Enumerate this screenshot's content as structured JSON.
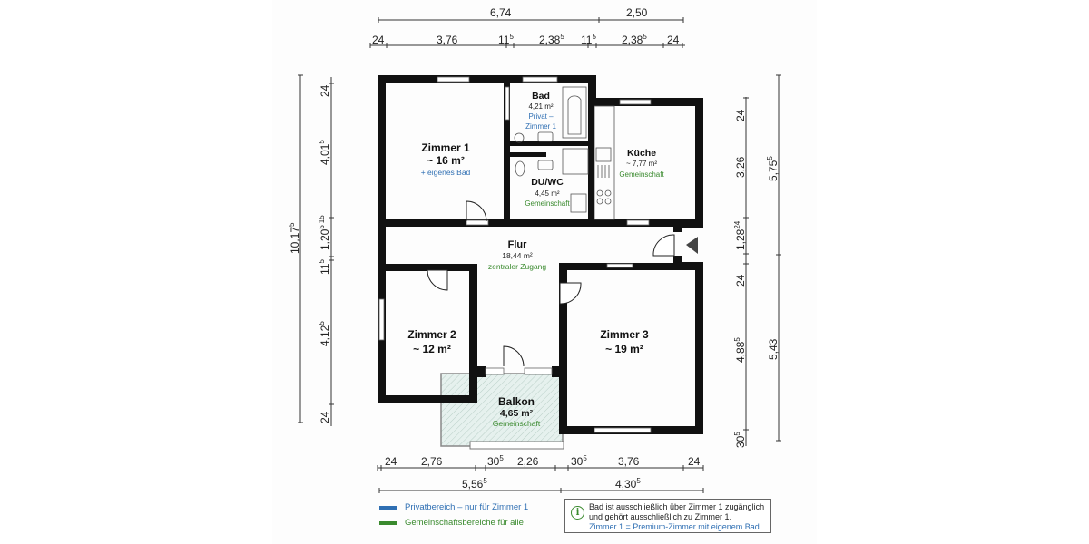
{
  "colors": {
    "wall": "#111111",
    "private_blue": "#2f6fb3",
    "shared_green": "#3a8a2e",
    "dimension_line": "#333333",
    "balcony_fill": "#e6f1ee"
  },
  "dimensions": {
    "top_overall": [
      {
        "value": "6,74"
      },
      {
        "value": "2,50"
      }
    ],
    "top_detail": [
      {
        "value": "24"
      },
      {
        "value": "3,76"
      },
      {
        "value": "11",
        "sup": "5"
      },
      {
        "value": "2,38",
        "sup": "5"
      },
      {
        "value": "11",
        "sup": "5"
      },
      {
        "value": "2,38",
        "sup": "5"
      },
      {
        "value": "24"
      }
    ],
    "left_overall": {
      "value": "10,17",
      "sup": "5"
    },
    "left_detail": [
      {
        "value": "24"
      },
      {
        "value": "4,01",
        "sup": "5"
      },
      {
        "value": "1,20",
        "sup": "5",
        "extra_sup": "15"
      },
      {
        "value": "11",
        "sup": "5"
      },
      {
        "value": "4,12",
        "sup": "5"
      },
      {
        "value": "24"
      }
    ],
    "right_detail": [
      {
        "value": "24"
      },
      {
        "value": "3,26"
      },
      {
        "value": "1,28",
        "sup": "24"
      },
      {
        "value": "24"
      },
      {
        "value": "4,88",
        "sup": "5"
      },
      {
        "value": "30",
        "sup": "5"
      }
    ],
    "right_overall": [
      {
        "value": "5,75",
        "sup": "5"
      },
      {
        "value": "5,43"
      }
    ],
    "bottom_detail": [
      {
        "value": "24"
      },
      {
        "value": "2,76"
      },
      {
        "value": "30",
        "sup": "5"
      },
      {
        "value": "2,26"
      },
      {
        "value": "30",
        "sup": "5"
      },
      {
        "value": "3,76"
      },
      {
        "value": "24"
      }
    ],
    "bottom_overall": [
      {
        "value": "5,56",
        "sup": "5"
      },
      {
        "value": "4,30",
        "sup": "5"
      }
    ]
  },
  "rooms": {
    "zimmer1": {
      "name": "Zimmer 1",
      "area": "~ 16 m²",
      "note": "+ eigenes Bad"
    },
    "bad": {
      "name": "Bad",
      "area": "4,21 m²",
      "note_line1": "Privat –",
      "note_line2": "Zimmer 1"
    },
    "duwc": {
      "name": "DU/WC",
      "area": "4,45 m²",
      "note": "Gemeinschaft"
    },
    "kueche": {
      "name": "Küche",
      "area": "~ 7,77 m²",
      "note": "Gemeinschaft"
    },
    "flur": {
      "name": "Flur",
      "area": "18,44 m²",
      "note": "zentraler Zugang"
    },
    "zimmer2": {
      "name": "Zimmer 2",
      "area": "~ 12 m²"
    },
    "zimmer3": {
      "name": "Zimmer 3",
      "area": "~ 19 m²"
    },
    "balkon": {
      "name": "Balkon",
      "area": "4,65 m²",
      "note": "Gemeinschaft"
    }
  },
  "legend": [
    {
      "label": "Privatbereich – nur für Zimmer 1",
      "color": "#2f6fb3"
    },
    {
      "label": "Gemeinschaftsbereiche für alle",
      "color": "#3a8a2e"
    }
  ],
  "info_box": {
    "icon": "info-icon",
    "line1": "Bad ist ausschließlich über Zimmer 1 zugänglich",
    "line2": "und gehört ausschließlich zu Zimmer 1.",
    "line3": "Zimmer 1 = Premium-Zimmer mit eigenem Bad"
  },
  "entrance": {
    "icon": "entrance-arrow-icon"
  }
}
